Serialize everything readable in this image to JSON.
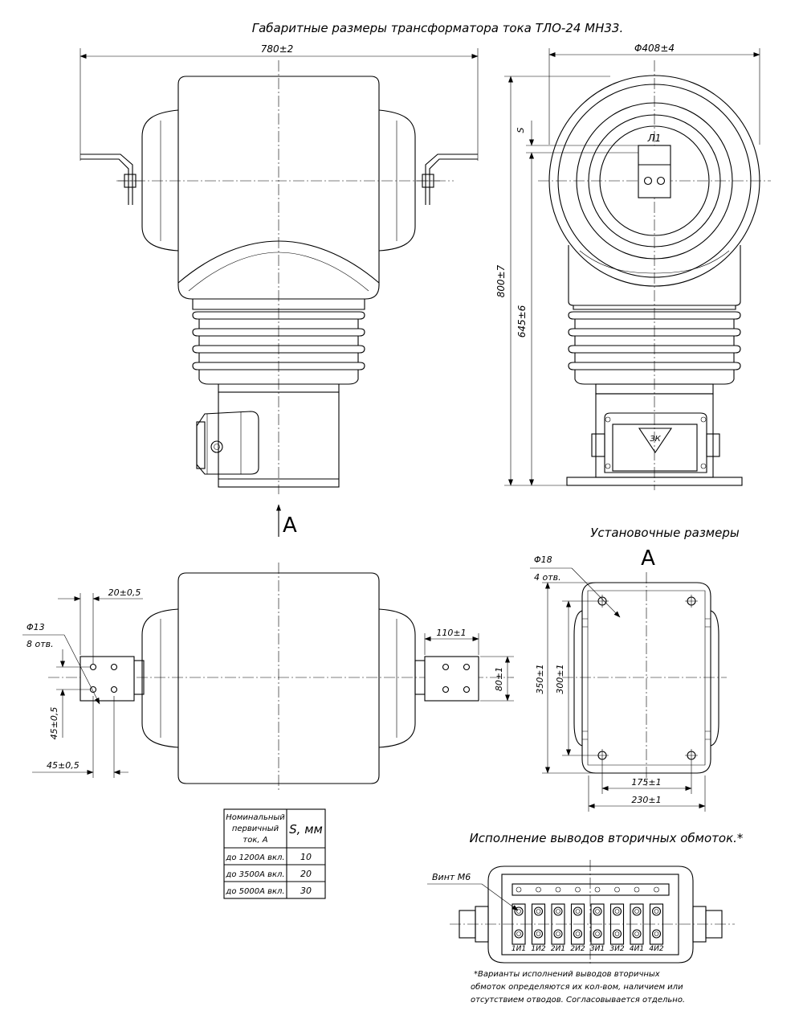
{
  "title": "Габаритные размеры трансформатора тока ТЛО-24 МН33.",
  "front_view": {
    "width_dim": "780±2",
    "arrow_label": "A"
  },
  "side_view": {
    "diameter_dim": "Φ408±4",
    "height_dim": "800±7",
    "height2_dim": "645±6",
    "s_label": "S",
    "terminal_label": "Л1",
    "logo_text": "ЗК"
  },
  "top_view": {
    "hole_dia": "Φ13",
    "hole_count": "8 отв.",
    "dim_20": "20±0,5",
    "dim_110": "110±1",
    "dim_80": "80±1",
    "dim_45v": "45±0,5",
    "dim_45h": "45±0,5"
  },
  "mounting": {
    "heading": "Установочные размеры",
    "view_label": "A",
    "hole_dia": "Φ18",
    "hole_count": "4 отв.",
    "dim_350": "350±1",
    "dim_300": "300±1",
    "dim_175": "175±1",
    "dim_230": "230±1"
  },
  "table": {
    "header_current": "Номинальный первичный ток, А",
    "header_current_lines": [
      "Номинальный",
      "первичный",
      "ток, А"
    ],
    "header_s": "S, мм",
    "rows": [
      {
        "current": "до 1200А вкл.",
        "s": "10"
      },
      {
        "current": "до 3500А вкл.",
        "s": "20"
      },
      {
        "current": "до 5000А вкл.",
        "s": "30"
      }
    ]
  },
  "terminals": {
    "heading": "Исполнение выводов вторичных обмоток.*",
    "screw_label": "Винт М6",
    "labels": [
      "1И1",
      "1И2",
      "2И1",
      "2И2",
      "3И1",
      "3И2",
      "4И1",
      "4И2"
    ],
    "note_lines": [
      "*Варианты исполнений выводов вторичных",
      "обмоток определяются их кол-вом, наличием или",
      "отсутствием отводов. Согласовывается отдельно."
    ]
  }
}
